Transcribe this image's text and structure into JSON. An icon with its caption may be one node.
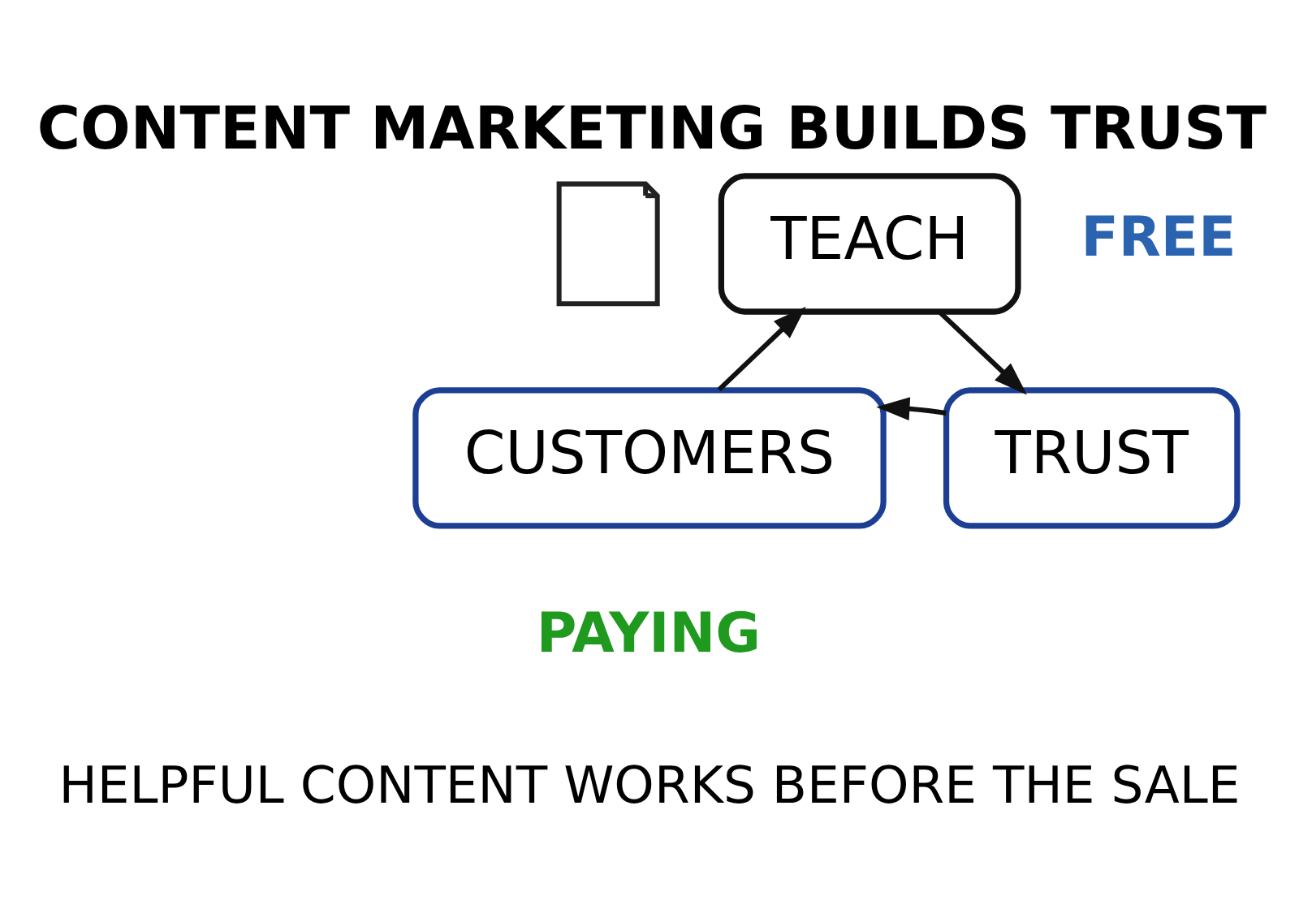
{
  "diagram": {
    "title": "CONTENT MARKETING BUILDS TRUST",
    "caption": "HELPFUL CONTENT WORKS BEFORE THE SALE",
    "nodes": [
      {
        "text": [],
        "shape": "picture"
      },
      {
        "text": [
          "TEACH"
        ],
        "beside": [
          "FREE"
        ]
      },
      {
        "text": [
          "TRUST"
        ]
      },
      {
        "text": [
          "CUSTOMERS"
        ],
        "beside": [
          "PAYING"
        ]
      }
    ],
    "edges": [
      {
        "from": 1,
        "to": 2,
        "arrow": "to"
      },
      {
        "from": 2,
        "to": 3,
        "arrow": "to"
      },
      {
        "from": 3,
        "to": 1,
        "arrow": "to"
      }
    ]
  }
}
